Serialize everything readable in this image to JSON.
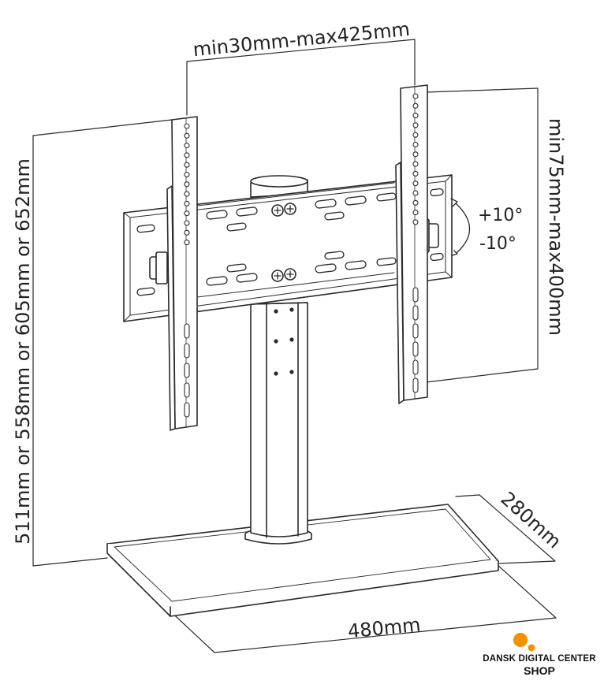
{
  "diagram": {
    "dimensions": {
      "vesa_width": "min30mm-max425mm",
      "vesa_height": "min75mm-max400mm",
      "stand_height": "511mm or 558mm or 605mm or 652mm",
      "base_depth": "280mm",
      "base_width": "480mm"
    },
    "tilt": {
      "up": "+10°",
      "down": "-10°"
    }
  },
  "brand": {
    "name": "DANSK DIGITAL CENTER",
    "sub": "SHOP",
    "colors": {
      "dot": "#f39200",
      "text": "#111111"
    }
  },
  "colors": {
    "line": "#2a2a2a",
    "fill": "#ffffff"
  }
}
